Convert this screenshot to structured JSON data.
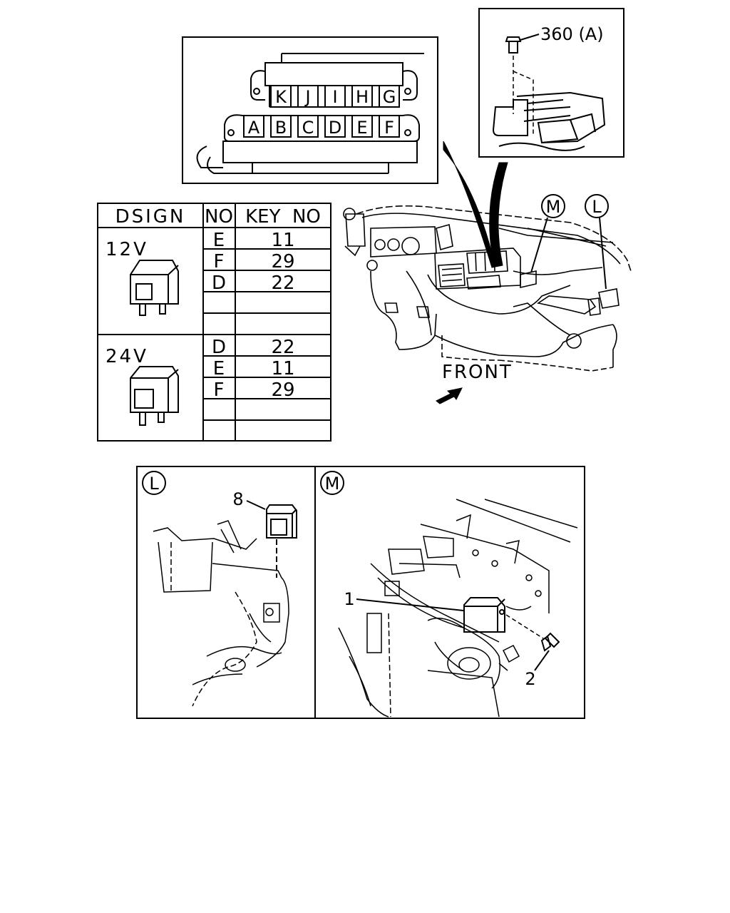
{
  "connector_detail": {
    "top_row": [
      "K",
      "J",
      "I",
      "H",
      "G"
    ],
    "bottom_row": [
      "A",
      "B",
      "C",
      "D",
      "E",
      "F"
    ]
  },
  "bolt_callout": {
    "label": "360 (A)"
  },
  "table": {
    "headers": {
      "design": "DSIGN",
      "no": "NO",
      "key_no": "KEY  NO"
    },
    "groups": [
      {
        "voltage": "12V",
        "rows": [
          {
            "no": "E",
            "key": "11"
          },
          {
            "no": "F",
            "key": "29"
          },
          {
            "no": "D",
            "key": "22"
          },
          {
            "no": "",
            "key": ""
          },
          {
            "no": "",
            "key": ""
          }
        ]
      },
      {
        "voltage": "24V",
        "rows": [
          {
            "no": "D",
            "key": "22"
          },
          {
            "no": "E",
            "key": "11"
          },
          {
            "no": "F",
            "key": "29"
          },
          {
            "no": "",
            "key": ""
          },
          {
            "no": "",
            "key": ""
          }
        ]
      }
    ]
  },
  "dashboard": {
    "callout_m": "M",
    "callout_l": "L",
    "front_label": "FRONT"
  },
  "detail_l": {
    "title": "L",
    "part_label": "8"
  },
  "detail_m": {
    "title": "M",
    "part_1": "1",
    "part_2": "2"
  }
}
